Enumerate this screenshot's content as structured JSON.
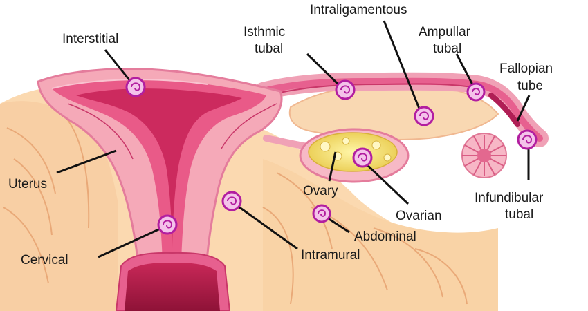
{
  "diagram": {
    "colors": {
      "tissue_light": "#fbd9b0",
      "tissue_fold": "#e9a978",
      "uterus_pink": "#f5a9b8",
      "uterus_deep": "#e64f82",
      "cavity": "#cc2a5e",
      "cervix_dark": "#a3163f",
      "ovary_yellow": "#f8e66a",
      "embryo_ring": "#b21ea0",
      "leader": "#111111"
    },
    "labels": {
      "interstitial": "Interstitial",
      "isthmic_line1": "Isthmic",
      "isthmic_line2": "tubal",
      "intraligamentous": "Intraligamentous",
      "ampullar_line1": "Ampullar",
      "ampullar_line2": "tubal",
      "fallopian_line1": "Fallopian",
      "fallopian_line2": "tube",
      "uterus": "Uterus",
      "ovary": "Ovary",
      "ovarian": "Ovarian",
      "infundibular_line1": "Infundibular",
      "infundibular_line2": "tubal",
      "abdominal": "Abdominal",
      "cervical": "Cervical",
      "intramural": "Intramural"
    }
  }
}
